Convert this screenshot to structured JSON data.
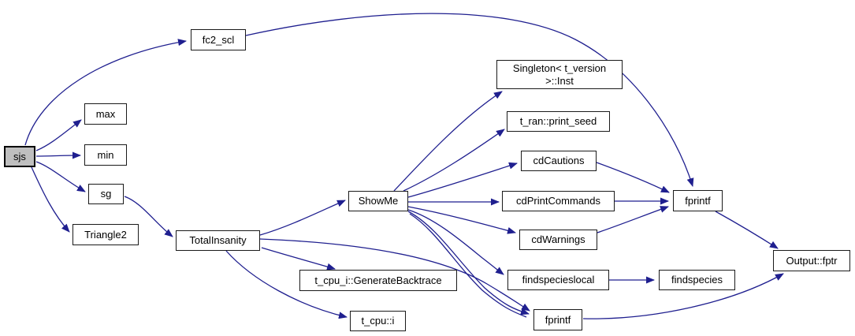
{
  "diagram": {
    "kind": "doxygen-call-graph",
    "background_color": "#ffffff",
    "edge_color": "#1f1f8f",
    "node_fill": "#ffffff",
    "node_border_color": "#1a1a1a",
    "highlight_node_fill": "#bfbfbf",
    "nodes": [
      {
        "id": "sjs",
        "label": "sjs",
        "highlighted": true
      },
      {
        "id": "fc2_scl",
        "label": "fc2_scl"
      },
      {
        "id": "max",
        "label": "max"
      },
      {
        "id": "min",
        "label": "min"
      },
      {
        "id": "sg",
        "label": "sg"
      },
      {
        "id": "triangle2",
        "label": "Triangle2"
      },
      {
        "id": "totalinsanity",
        "label": "TotalInsanity"
      },
      {
        "id": "showme",
        "label": "ShowMe"
      },
      {
        "id": "singleton_inst",
        "label": "Singleton< t_version >::Inst"
      },
      {
        "id": "print_seed",
        "label": "t_ran::print_seed"
      },
      {
        "id": "cdcautions",
        "label": "cdCautions"
      },
      {
        "id": "cdprintcommands",
        "label": "cdPrintCommands"
      },
      {
        "id": "cdwarnings",
        "label": "cdWarnings"
      },
      {
        "id": "findspecieslocal",
        "label": "findspecieslocal"
      },
      {
        "id": "fprintf_mid",
        "label": "fprintf"
      },
      {
        "id": "fprintf_right",
        "label": "fprintf"
      },
      {
        "id": "findspecies",
        "label": "findspecies"
      },
      {
        "id": "output_fptr",
        "label": "Output::fptr"
      },
      {
        "id": "generate_backtrace",
        "label": "t_cpu_i::GenerateBacktrace"
      },
      {
        "id": "t_cpu_i",
        "label": "t_cpu::i"
      }
    ],
    "edges": [
      {
        "from": "sjs",
        "to": "fc2_scl"
      },
      {
        "from": "sjs",
        "to": "max"
      },
      {
        "from": "sjs",
        "to": "min"
      },
      {
        "from": "sjs",
        "to": "sg"
      },
      {
        "from": "sjs",
        "to": "triangle2"
      },
      {
        "from": "sg",
        "to": "totalinsanity"
      },
      {
        "from": "fc2_scl",
        "to": "fprintf_right"
      },
      {
        "from": "totalinsanity",
        "to": "showme"
      },
      {
        "from": "totalinsanity",
        "to": "generate_backtrace"
      },
      {
        "from": "totalinsanity",
        "to": "t_cpu_i"
      },
      {
        "from": "totalinsanity",
        "to": "fprintf_mid"
      },
      {
        "from": "showme",
        "to": "singleton_inst"
      },
      {
        "from": "showme",
        "to": "print_seed"
      },
      {
        "from": "showme",
        "to": "cdcautions"
      },
      {
        "from": "showme",
        "to": "cdprintcommands"
      },
      {
        "from": "showme",
        "to": "cdwarnings"
      },
      {
        "from": "showme",
        "to": "findspecieslocal"
      },
      {
        "from": "showme",
        "to": "fprintf_mid"
      },
      {
        "from": "cdcautions",
        "to": "fprintf_right"
      },
      {
        "from": "cdprintcommands",
        "to": "fprintf_right"
      },
      {
        "from": "cdwarnings",
        "to": "fprintf_right"
      },
      {
        "from": "findspecieslocal",
        "to": "findspecies"
      },
      {
        "from": "fprintf_right",
        "to": "output_fptr"
      },
      {
        "from": "fprintf_mid",
        "to": "output_fptr"
      }
    ]
  }
}
